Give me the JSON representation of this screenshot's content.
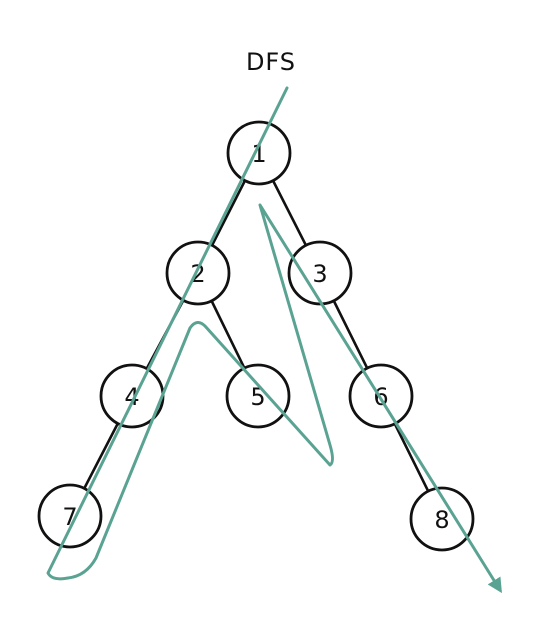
{
  "title": "DFS",
  "colors": {
    "traversal": "#5aa393",
    "edge": "#111111",
    "node_fill": "#ffffff"
  },
  "nodes": [
    {
      "id": "1",
      "label": "1"
    },
    {
      "id": "2",
      "label": "2"
    },
    {
      "id": "3",
      "label": "3"
    },
    {
      "id": "4",
      "label": "4"
    },
    {
      "id": "5",
      "label": "5"
    },
    {
      "id": "6",
      "label": "6"
    },
    {
      "id": "7",
      "label": "7"
    },
    {
      "id": "8",
      "label": "8"
    }
  ],
  "edges": [
    {
      "from": "1",
      "to": "2"
    },
    {
      "from": "1",
      "to": "3"
    },
    {
      "from": "2",
      "to": "4"
    },
    {
      "from": "2",
      "to": "5"
    },
    {
      "from": "3",
      "to": "6"
    },
    {
      "from": "4",
      "to": "7"
    },
    {
      "from": "6",
      "to": "8"
    }
  ],
  "traversal_order": [
    "1",
    "2",
    "4",
    "7",
    "5",
    "3",
    "6",
    "8"
  ]
}
